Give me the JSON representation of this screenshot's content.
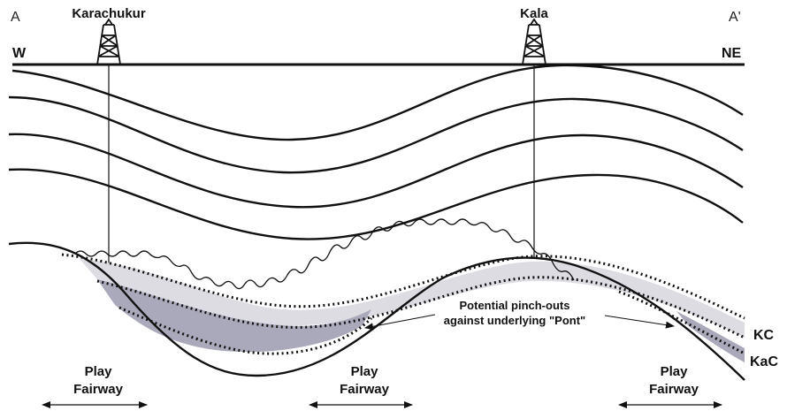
{
  "section": {
    "start_label": "A",
    "end_label": "A'",
    "west_label": "W",
    "east_label": "NE"
  },
  "wells": [
    {
      "name": "Karachukur"
    },
    {
      "name": "Kala"
    }
  ],
  "units": {
    "upper": "KC",
    "lower": "KaC"
  },
  "annotation": {
    "line1": "Potential pinch-outs",
    "line2": "against underlying \"Pont\""
  },
  "play_fairways": [
    {
      "line1": "Play",
      "line2": "Fairway"
    },
    {
      "line1": "Play",
      "line2": "Fairway"
    },
    {
      "line1": "Play",
      "line2": "Fairway"
    }
  ]
}
